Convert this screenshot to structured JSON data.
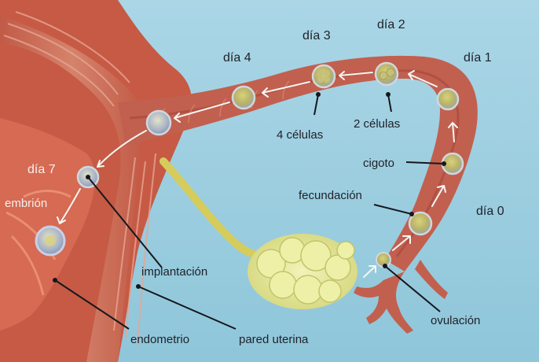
{
  "diagram": {
    "days": {
      "day_0": "día 0",
      "day_1": "día 1",
      "day_2": "día 2",
      "day_3": "día 3",
      "day_4": "día 4",
      "day_7": "día 7"
    },
    "labels": {
      "ovulacion": "ovulación",
      "fecundacion": "fecundación",
      "cigoto": "cigoto",
      "two_cells": "2 células",
      "four_cells": "4 células",
      "implantacion": "implantación",
      "embrion": "embrión",
      "endometrio": "endometrio",
      "pared_uterina": "pared uterina"
    },
    "colors": {
      "background": "#9ecfe0",
      "tissue": "#c85d48",
      "tube_inner": "#b96055",
      "ovary": "#e6e8a0",
      "cell_membrane": "#c8d0d8"
    }
  }
}
